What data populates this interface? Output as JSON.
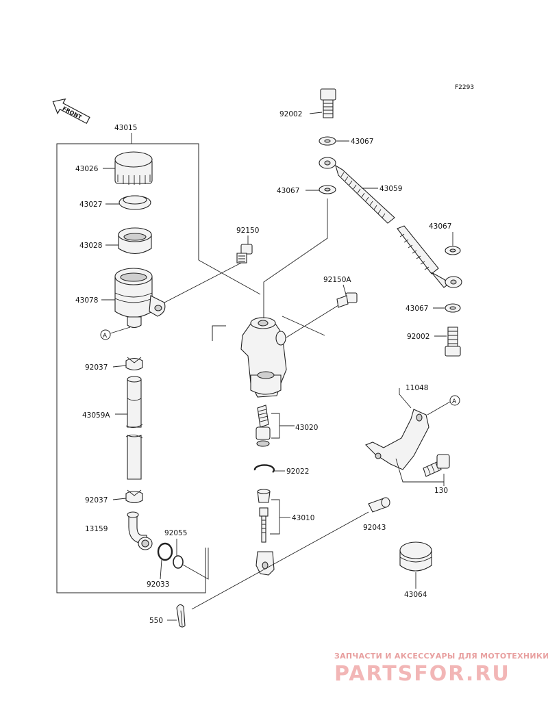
{
  "figure_code": "F2293",
  "front_label": "FRONT",
  "parts": {
    "p43015": "43015",
    "p43026": "43026",
    "p43027": "43027",
    "p43028": "43028",
    "p43078": "43078",
    "p92150": "92150",
    "p92002_top": "92002",
    "p43067_1": "43067",
    "p43067_2": "43067",
    "p43059": "43059",
    "p43067_3": "43067",
    "p43067_4": "43067",
    "p92002_bottom": "92002",
    "p92150A": "92150A",
    "p92037_top": "92037",
    "p43059A": "43059A",
    "p92037_bottom": "92037",
    "p13159": "13159",
    "p92055": "92055",
    "p92033": "92033",
    "p43020": "43020",
    "p92022": "92022",
    "p43010": "43010",
    "p11048": "11048",
    "p130": "130",
    "p92043": "92043",
    "p43064": "43064",
    "p550": "550"
  },
  "callout": "A",
  "watermark": {
    "tagline": "ЗАПЧАСТИ И АКСЕССУАРЫ ДЛЯ МОТОТЕХНИКИ",
    "brand": "PARTSFOR.RU"
  }
}
